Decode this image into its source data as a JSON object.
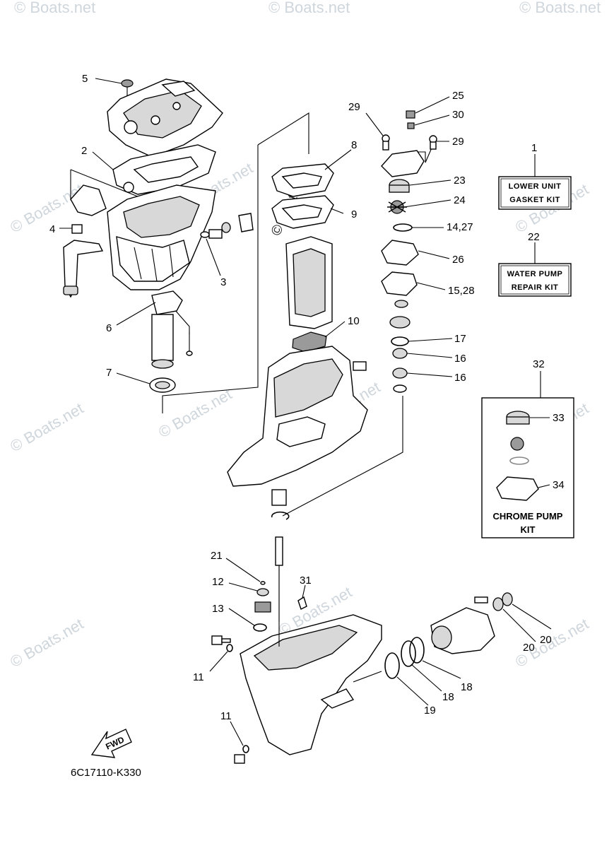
{
  "diagram_code": "6C17110-K330",
  "fwd_label": "FWD",
  "watermarks": [
    "© Boats.net",
    "© Boats.net",
    "© Boats.net",
    "© Boats.net",
    "© Boats.net",
    "© Boats.net",
    "© Boats.net",
    "© Boats.net",
    "© Boats.net",
    "© Boats.net",
    "© Boats.net",
    "© Boats.net",
    "© Boats.net",
    "© Boats.net"
  ],
  "kits": {
    "lower_unit": {
      "number": "1",
      "line1": "LOWER UNIT",
      "line2": "GASKET KIT"
    },
    "water_pump": {
      "number": "22",
      "line1": "WATER PUMP",
      "line2": "REPAIR KIT"
    },
    "chrome_pump": {
      "number": "32",
      "line1": "CHROME PUMP",
      "line2": "KIT"
    }
  },
  "callouts": [
    {
      "id": "c5",
      "text": "5"
    },
    {
      "id": "c2",
      "text": "2"
    },
    {
      "id": "c4",
      "text": "4"
    },
    {
      "id": "c3",
      "text": "3"
    },
    {
      "id": "c6",
      "text": "6"
    },
    {
      "id": "c7",
      "text": "7"
    },
    {
      "id": "c8",
      "text": "8"
    },
    {
      "id": "c9",
      "text": "9"
    },
    {
      "id": "c10",
      "text": "10"
    },
    {
      "id": "c29a",
      "text": "29"
    },
    {
      "id": "c25",
      "text": "25"
    },
    {
      "id": "c30",
      "text": "30"
    },
    {
      "id": "c29b",
      "text": "29"
    },
    {
      "id": "c23",
      "text": "23"
    },
    {
      "id": "c24",
      "text": "24"
    },
    {
      "id": "c1427",
      "text": "14,27"
    },
    {
      "id": "c26",
      "text": "26"
    },
    {
      "id": "c1528",
      "text": "15,28"
    },
    {
      "id": "c17",
      "text": "17"
    },
    {
      "id": "c16a",
      "text": "16"
    },
    {
      "id": "c16b",
      "text": "16"
    },
    {
      "id": "c33",
      "text": "33"
    },
    {
      "id": "c34",
      "text": "34"
    },
    {
      "id": "c21",
      "text": "21"
    },
    {
      "id": "c12",
      "text": "12"
    },
    {
      "id": "c31",
      "text": "31"
    },
    {
      "id": "c13",
      "text": "13"
    },
    {
      "id": "c11a",
      "text": "11"
    },
    {
      "id": "c11b",
      "text": "11"
    },
    {
      "id": "c19",
      "text": "19"
    },
    {
      "id": "c18a",
      "text": "18"
    },
    {
      "id": "c18b",
      "text": "18"
    },
    {
      "id": "c20a",
      "text": "20"
    },
    {
      "id": "c20b",
      "text": "20"
    }
  ]
}
